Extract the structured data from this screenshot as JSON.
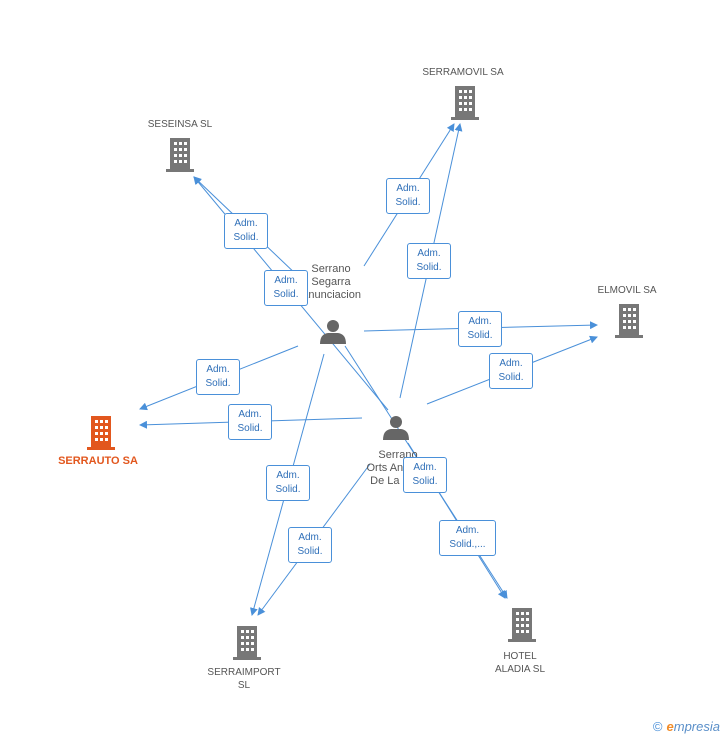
{
  "companies": {
    "serramovil": {
      "label": "SERRAMOVIL SA"
    },
    "seseinsa": {
      "label": "SESEINSA  SL"
    },
    "elmovil": {
      "label": "ELMOVIL SA"
    },
    "serrauto": {
      "label": "SERRAUTO SA",
      "color": "#e2571e"
    },
    "serraimport": {
      "line1": "SERRAIMPORT",
      "line2": "SL"
    },
    "hotel": {
      "line1": "HOTEL",
      "line2": "ALADIA  SL"
    }
  },
  "persons": {
    "p1": {
      "line1": "Serrano",
      "line2": "Segarra",
      "line3": "Anunciacion"
    },
    "p2": {
      "line1": "Serrano",
      "line2": "Orts Angeles",
      "line3": "De La Cruz"
    }
  },
  "edge_labels": {
    "l1": {
      "line1": "Adm.",
      "line2": "Solid."
    },
    "l2": {
      "line1": "Adm.",
      "line2": "Solid."
    },
    "l3": {
      "line1": "Adm.",
      "line2": "Solid."
    },
    "l4": {
      "line1": "Adm.",
      "line2": "Solid."
    },
    "l5": {
      "line1": "Adm.",
      "line2": "Solid."
    },
    "l6": {
      "line1": "Adm.",
      "line2": "Solid."
    },
    "l7": {
      "line1": "Adm.",
      "line2": "Solid."
    },
    "l8": {
      "line1": "Adm.",
      "line2": "Solid."
    },
    "l9": {
      "line1": "Adm.",
      "line2": "Solid."
    },
    "l10": {
      "line1": "Adm.",
      "line2": "Solid."
    },
    "l11": {
      "line1": "Adm.",
      "line2": "Solid."
    },
    "l12": {
      "line1": "Adm.",
      "line2": "Solid.,..."
    }
  },
  "colors": {
    "edge": "#4a90d9",
    "building": "#777777",
    "building_primary": "#e2571e",
    "person": "#666666"
  },
  "footer": {
    "copyright": "©",
    "brand_e": "e",
    "brand_rest": "mpresia"
  }
}
